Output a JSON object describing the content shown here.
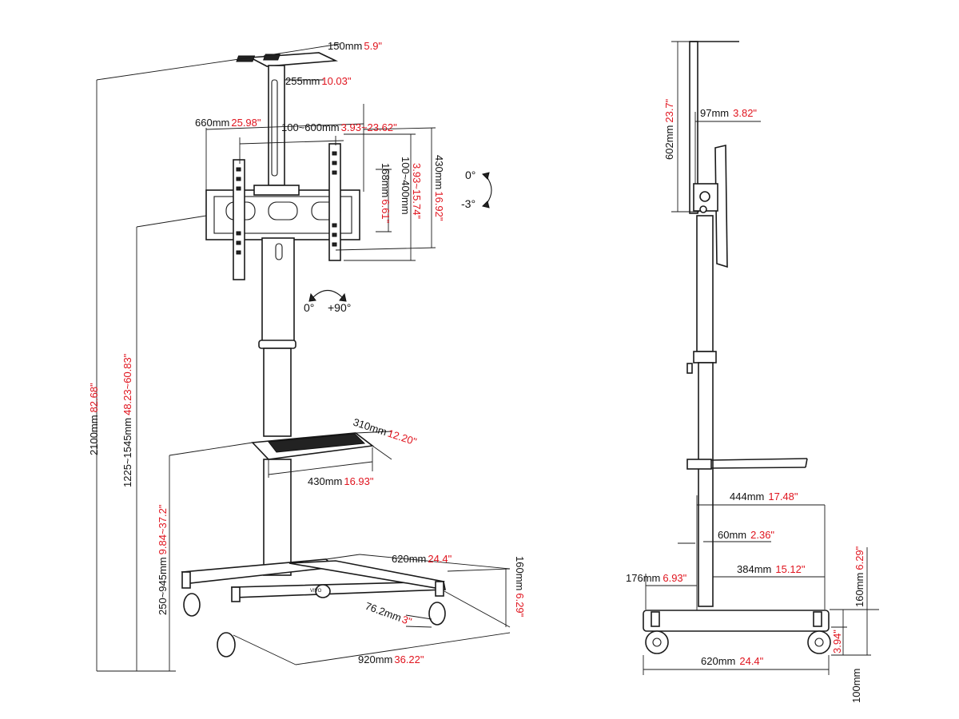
{
  "left_view": {
    "plate_depth": {
      "mm": "150mm",
      "in": "5.9\""
    },
    "column_top": {
      "mm": "255mm",
      "in": "10.03\""
    },
    "bracket_width": {
      "mm": "660mm",
      "in": "25.98\""
    },
    "vesa_h": {
      "mm": "100~600mm",
      "in": "3.93~23.62\""
    },
    "bracket_h": {
      "mm": "168mm",
      "in": "6.61\""
    },
    "vesa_v": {
      "mm": "100~400mm",
      "in": "3.93~15.74\""
    },
    "bracket_total_h": {
      "mm": "430mm",
      "in": "16.92\""
    },
    "tilt": {
      "a": "0°",
      "b": "-3°"
    },
    "rotate": {
      "a": "0°",
      "b": "+90°"
    },
    "total_h": {
      "mm": "2100mm",
      "in": "82.68\""
    },
    "mount_h": {
      "mm": "1225~1545mm",
      "in": "48.23~60.83\""
    },
    "shelf_h": {
      "mm": "250~945mm",
      "in": "9.84~37.2\""
    },
    "shelf_d": {
      "mm": "310mm",
      "in": "12.20\""
    },
    "shelf_w": {
      "mm": "430mm",
      "in": "16.93\""
    },
    "base_d": {
      "mm": "620mm",
      "in": "24.4\""
    },
    "base_h": {
      "mm": "160mm",
      "in": "6.29\""
    },
    "caster": {
      "mm": "76.2mm",
      "in": "3\""
    },
    "base_w": {
      "mm": "920mm",
      "in": "36.22\""
    }
  },
  "right_view": {
    "bracket_h": {
      "mm": "602mm",
      "in": "23.7\""
    },
    "offset": {
      "mm": "97mm",
      "in": "3.82\""
    },
    "arm": {
      "mm": "444mm",
      "in": "17.48\""
    },
    "column": {
      "mm": "60mm",
      "in": "2.36\""
    },
    "front": {
      "mm": "384mm",
      "in": "15.12\""
    },
    "rear": {
      "mm": "176mm",
      "in": "6.93\""
    },
    "base_h": {
      "mm": "160mm",
      "in": "6.29\""
    },
    "wheel": {
      "in": "3.94\""
    },
    "base_d": {
      "mm": "620mm",
      "in": "24.4\""
    },
    "ground": {
      "mm": "100mm"
    }
  },
  "brand_mark": "VIVO",
  "icons": [
    "tilt-arrow-icon",
    "rotate-arrow-icon"
  ]
}
